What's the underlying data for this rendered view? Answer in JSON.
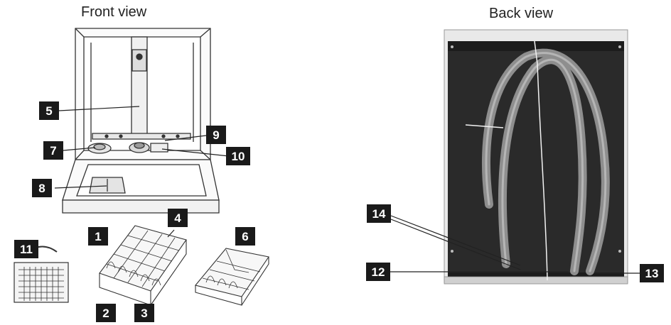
{
  "front_view": {
    "title": "Front view",
    "callouts": [
      {
        "id": "1",
        "label": "1"
      },
      {
        "id": "2",
        "label": "2"
      },
      {
        "id": "3",
        "label": "3"
      },
      {
        "id": "4",
        "label": "4"
      },
      {
        "id": "5",
        "label": "5"
      },
      {
        "id": "6",
        "label": "6"
      },
      {
        "id": "7",
        "label": "7"
      },
      {
        "id": "8",
        "label": "8"
      },
      {
        "id": "9",
        "label": "9"
      },
      {
        "id": "10",
        "label": "10"
      },
      {
        "id": "11",
        "label": "11"
      }
    ]
  },
  "back_view": {
    "title": "Back view",
    "callouts": [
      {
        "id": "12",
        "label": "12"
      },
      {
        "id": "13",
        "label": "13"
      },
      {
        "id": "14",
        "label": "14"
      }
    ]
  },
  "colors": {
    "badge": "#1a1a1a",
    "badge_text": "#ffffff",
    "line": "#222222",
    "cabinet_back": "#2b2b2b",
    "hose": "#9a9a9a"
  }
}
